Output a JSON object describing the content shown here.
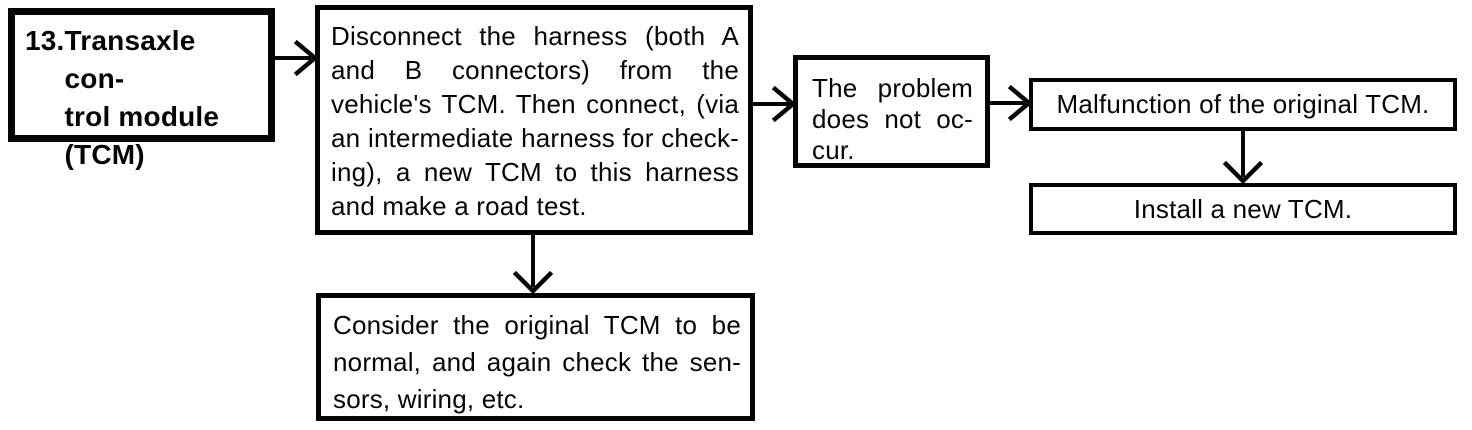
{
  "diagram": {
    "title": "TCM troubleshooting flowchart",
    "colors": {
      "ink": "#050505",
      "background": "#ffffff"
    },
    "step_box": {
      "number": "13.",
      "lines": [
        "Transaxle con-",
        "trol module",
        "(TCM)"
      ]
    },
    "procedure_box": {
      "lines": [
        "Disconnect the harness (both A",
        "and B connectors) from the",
        "vehicle's TCM. Then connect, (via",
        "an intermediate harness for check-",
        "ing), a new TCM to this harness",
        "and make a road test."
      ]
    },
    "result_box": {
      "lines": [
        "The problem",
        "does not oc-",
        "cur."
      ]
    },
    "diagnosis_box": {
      "text": "Malfunction of the original TCM."
    },
    "action_box": {
      "text": "Install a new TCM."
    },
    "alternative_box": {
      "lines": [
        "Consider the original TCM to be",
        "normal, and again check the sen-",
        "sors, wiring, etc."
      ]
    },
    "arrows": [
      {
        "from": "step",
        "to": "procedure",
        "direction": "right"
      },
      {
        "from": "procedure",
        "to": "result",
        "direction": "right"
      },
      {
        "from": "result",
        "to": "diagnosis",
        "direction": "right"
      },
      {
        "from": "diagnosis",
        "to": "action",
        "direction": "down"
      },
      {
        "from": "procedure",
        "to": "alternative",
        "direction": "down"
      }
    ]
  }
}
